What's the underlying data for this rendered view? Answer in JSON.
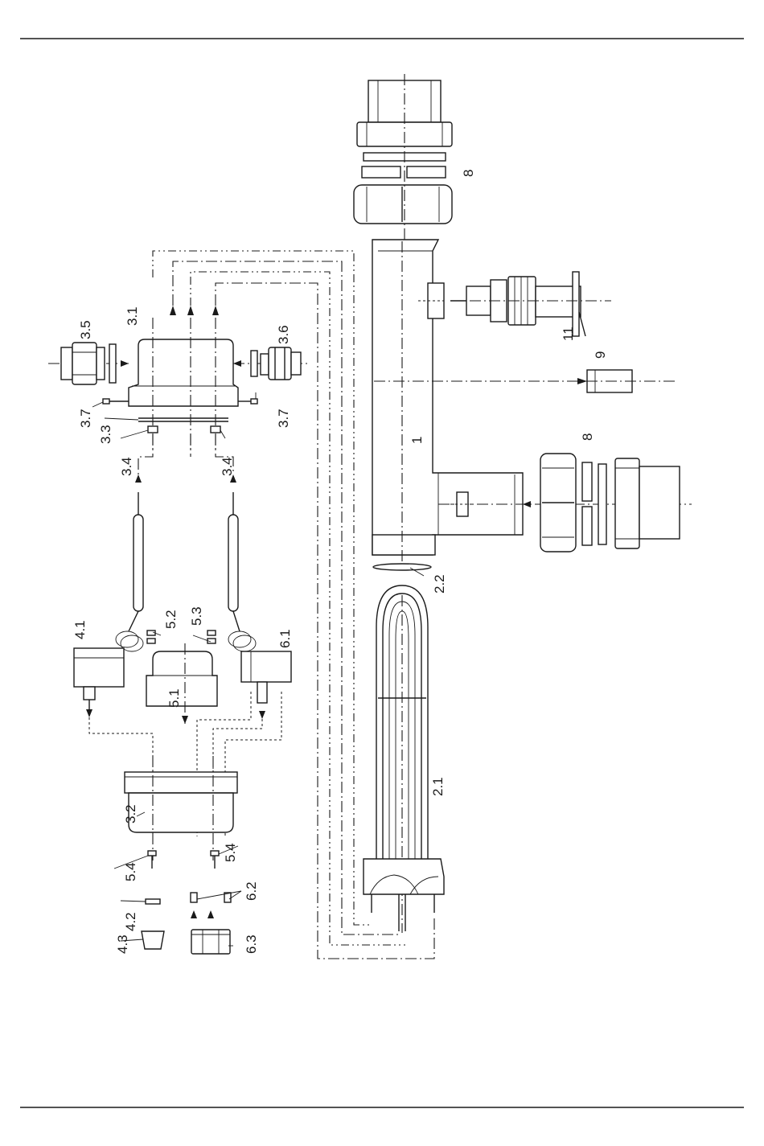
{
  "labels": {
    "l_1": "1",
    "l_2_1": "2.1",
    "l_2_2": "2.2",
    "l_3_1": "3.1",
    "l_3_2": "3.2",
    "l_3_3": "3.3",
    "l_3_4a": "3.4",
    "l_3_4b": "3.4",
    "l_3_5": "3.5",
    "l_3_6": "3.6",
    "l_3_7a": "3.7",
    "l_3_7b": "3.7",
    "l_4_1": "4.1",
    "l_4_2": "4.2",
    "l_4_3": "4.3",
    "l_5_1": "5.1",
    "l_5_2": "5.2",
    "l_5_3": "5.3",
    "l_5_4a": "5.4",
    "l_5_4b": "5.4",
    "l_6_1": "6.1",
    "l_6_2": "6.2",
    "l_6_3": "6.3",
    "l_8a": "8",
    "l_8b": "8",
    "l_9": "9",
    "l_11": "11"
  }
}
